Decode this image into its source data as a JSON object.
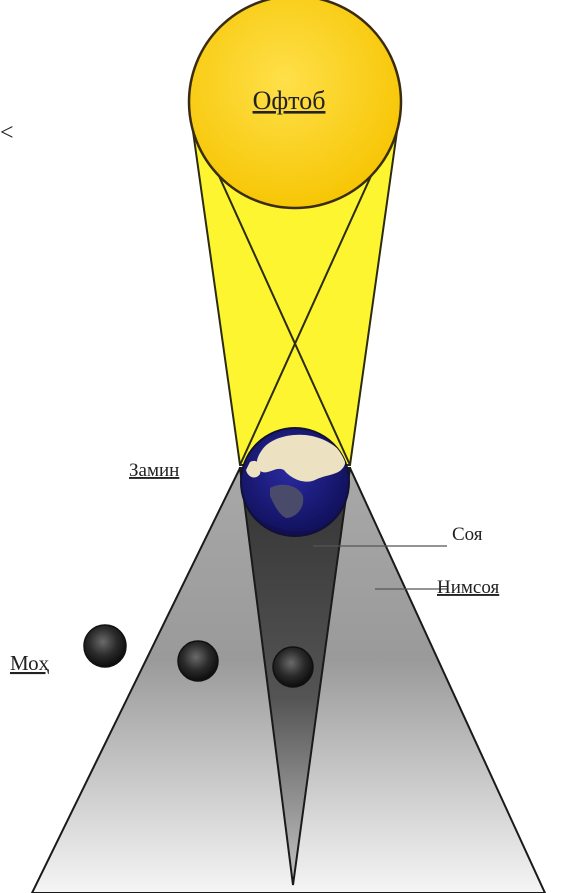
{
  "labels": {
    "sun": "Офтоб",
    "earth": "Замин",
    "umbra": "Соя",
    "penumbra": "Нимсоя",
    "moon": "Моҳ"
  },
  "stray_glyph": "<",
  "colors": {
    "sun_fill": "#ffd21c",
    "sun_stroke": "#3a2c10",
    "light_cone": "#fcf530",
    "penumbra": "#a9a9a9",
    "umbra": "#3f3f3f",
    "earth_ocean": "#1a1a7e",
    "earth_land": "#ece1c0",
    "moon": "#2a2a2a",
    "spellcheck_underline": "#c83232"
  }
}
